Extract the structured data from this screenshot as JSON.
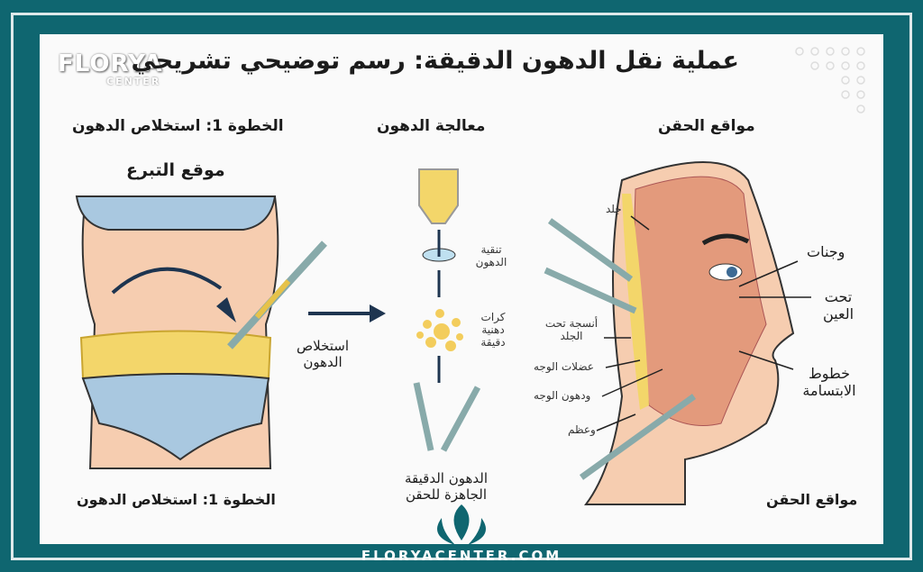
{
  "title": "عملية نقل الدهون الدقيقة: رسم توضيحي تشريحي",
  "logo": {
    "name": "FLORYA",
    "sub": "CENTER"
  },
  "columns": {
    "extraction": {
      "heading": "الخطوة 1: استخلاص الدهون",
      "donor_site": "موقع التبرع",
      "label": "استخلاص الدهون",
      "footer": "الخطوة 1: استخلاص الدهون"
    },
    "processing": {
      "heading": "معالجة الدهون",
      "purify": "تنقية الدهون",
      "globules": "كرات دهنية دقيقة",
      "ready": "الدهون الدقيقة الجاهزة للحقن"
    },
    "injection": {
      "heading": "مواقع الحقن",
      "labels": {
        "skin": "جلد",
        "subcutaneous": "أنسجة تحت الجلد",
        "muscles": "عضلات الوجه",
        "facial_fat": "ودهون الوجه",
        "bone": "وعظم",
        "cheeks": "وجنات",
        "under_eye": "تحت العين",
        "smile_lines": "خطوط الابتسامة"
      },
      "footer": "مواقع الحقن"
    }
  },
  "footer": "FLORYACENTER.COM",
  "colors": {
    "frame": "#0f6670",
    "fat": "#f3d66a",
    "muscle": "#e39a7c",
    "skin": "#f6cdb0",
    "cloth": "#a9c8e0",
    "arrow": "#1e3550"
  }
}
